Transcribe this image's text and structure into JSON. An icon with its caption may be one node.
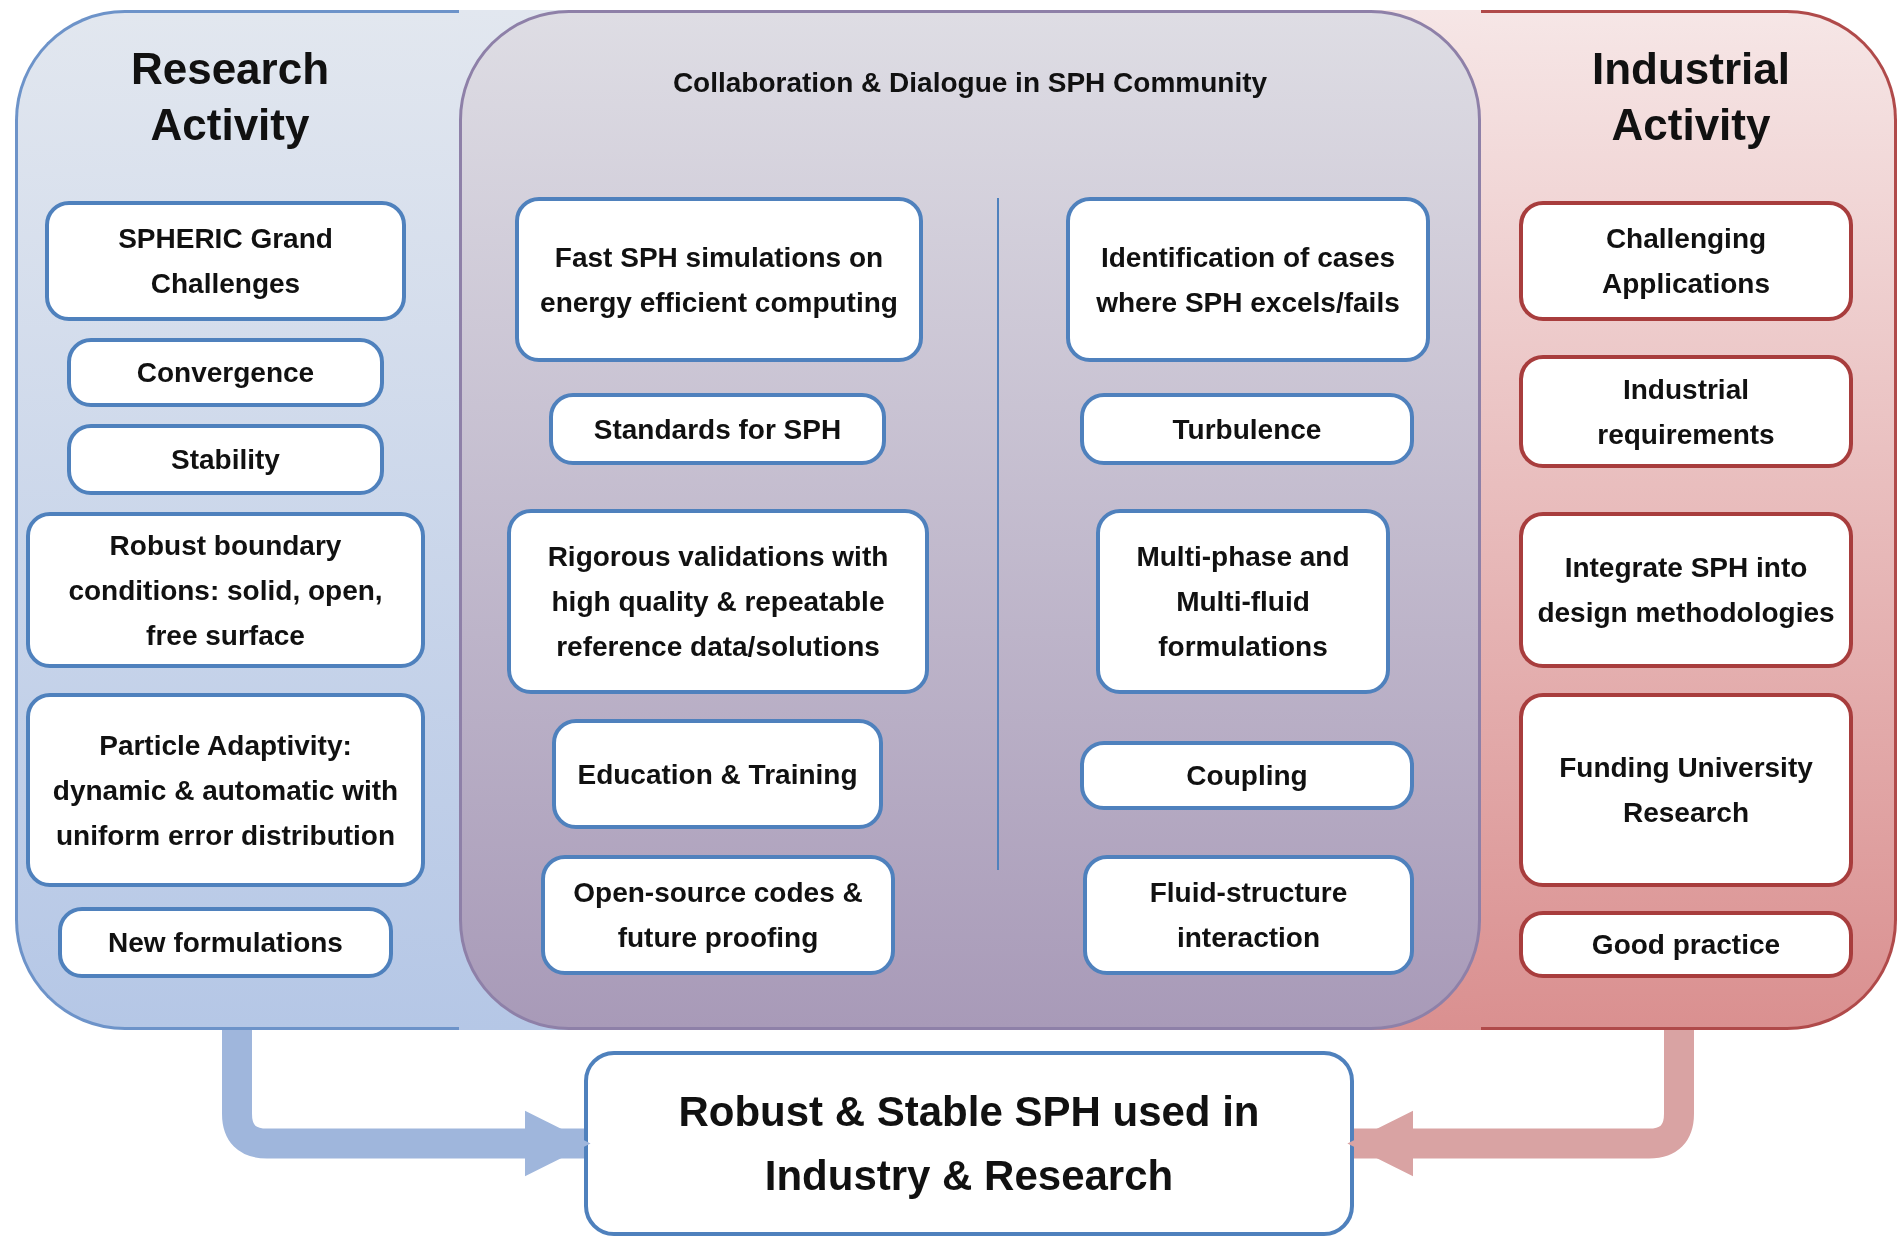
{
  "diagram": {
    "nodes": [
      {
        "text": [
          "Research Activity"
        ]
      },
      {
        "text": [
          "SPHERIC Grand Challenges"
        ],
        "in": 0
      },
      {
        "text": [
          "Convergence"
        ],
        "in": 0
      },
      {
        "text": [
          "Stability"
        ],
        "in": 0
      },
      {
        "text": [
          "Robust boundary conditions: solid, open, free surface"
        ],
        "in": 0
      },
      {
        "text": [
          "Particle Adaptivity: dynamic & automatic with uniform error distribution"
        ],
        "in": 0
      },
      {
        "text": [
          "New formulations"
        ],
        "in": 0
      },
      {
        "text": [
          "Collaboration & Dialogue in SPH Community"
        ]
      },
      {
        "text": [
          "Fast SPH simulations on energy efficient computing"
        ],
        "in": 7
      },
      {
        "text": [
          "Standards for SPH"
        ],
        "in": 7
      },
      {
        "text": [
          "Rigorous validations with high quality & repeatable reference data/solutions"
        ],
        "in": 7
      },
      {
        "text": [
          "Education & Training"
        ],
        "in": 7
      },
      {
        "text": [
          "Open-source codes & future proofing"
        ],
        "in": 7
      },
      {
        "text": [
          "Identification of cases where SPH excels/fails"
        ],
        "in": 7
      },
      {
        "text": [
          "Turbulence"
        ],
        "in": 7
      },
      {
        "text": [
          "Multi-phase and Multi-fluid formulations"
        ],
        "in": 7
      },
      {
        "text": [
          "Coupling"
        ],
        "in": 7
      },
      {
        "text": [
          "Fluid-structure interaction"
        ],
        "in": 7
      },
      {
        "text": [
          "Industrial Activity"
        ]
      },
      {
        "text": [
          "Challenging Applications"
        ],
        "in": 18
      },
      {
        "text": [
          "Industrial requirements"
        ],
        "in": 18
      },
      {
        "text": [
          "Integrate SPH into design methodologies"
        ],
        "in": 18
      },
      {
        "text": [
          "Funding University Research"
        ],
        "in": 18
      },
      {
        "text": [
          "Good practice"
        ],
        "in": 18
      },
      {
        "text": [
          "Robust & Stable SPH used in Industry & Research"
        ]
      }
    ],
    "edges": [
      {
        "from": 0,
        "to": 24,
        "arrow": "to",
        "color": "#9fb6dc"
      },
      {
        "from": 18,
        "to": 24,
        "arrow": "to",
        "color": "#d9a3a3"
      }
    ]
  }
}
